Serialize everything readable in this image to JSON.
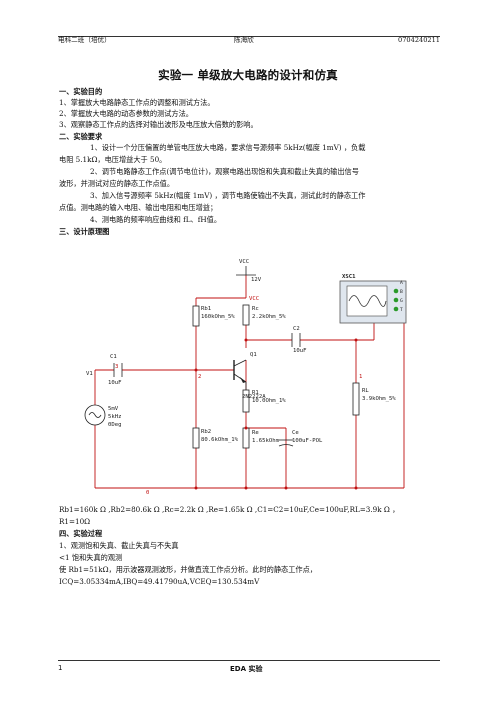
{
  "header": {
    "left": "电科二班（培优）",
    "center": "陈海欣",
    "right": "0704240211"
  },
  "title": "实验一  单级放大电路的设计和仿真",
  "section1": {
    "heading": "一、实验目的",
    "items": [
      "1、掌握放大电路静态工作点的调整和测试方法。",
      "2、掌握放大电路的动态参数的测试方法。",
      "3、观察静态工作点的选择对输出波形及电压放大倍数的影响。"
    ]
  },
  "section2": {
    "heading": "二、实验要求",
    "r1a": "1、设计一个分压偏置的单管电压放大电路，要求信号源频率 5kHz(幅度 1mV) ，负载",
    "r1b": "电阻 5.1kΩ，电压增益大于 50。",
    "r2a": "2、调节电路静态工作点(调节电位计)，观察电路出现饱和失真和截止失真的输出信号",
    "r2b": "波形，并测试对应的静态工作点值。",
    "r3a": "3、加入信号源频率 5kHz(幅度 1mV) ，调节电路使输出不失真，测试此时的静态工作",
    "r3b": "点值。测电路的输入电阻、输出电阻和电压增益；",
    "r4": "4、测电路的频率响应曲线和 fL、fH值。"
  },
  "section3": {
    "heading": "三、设计原理图"
  },
  "schematic": {
    "vcc_label": "VCC",
    "vcc_value": "12V",
    "vcc_node": "VCC",
    "xsc": "XSC1",
    "rb1_name": "Rb1",
    "rb1_value": "160kOhm_5%",
    "rc_name": "Rc",
    "rc_value": "2.2kOhm_5%",
    "c2_name": "C2",
    "c2_value": "10uF",
    "c1_name": "C1",
    "c1_value": "10uF",
    "node_3": "3",
    "node_2": "2",
    "node_1": "1",
    "node_0": "0",
    "v1_name": "V1",
    "v1_amp": "5mV",
    "v1_freq": "5kHz",
    "v1_phase": "0Deg",
    "q1_name": "Q1",
    "q1_model": "2N2222A",
    "r1_name": "R1",
    "r1_value": "10.0Ohm_1%",
    "rb2_name": "Rb2",
    "rb2_value": "80.6kOhm_1%",
    "re_name": "Re",
    "re_value": "1.65kOhm",
    "ce_name": "Ce",
    "ce_value": "100uF-POL",
    "rl_name": "RL",
    "rl_value": "3.9kOhm_5%",
    "scope_terminals": [
      "A",
      "B",
      "G",
      "T"
    ]
  },
  "params_line1": "Rb1=160k Ω ,Rb2=80.6k Ω ,Rc=2.2k Ω ,Re=1.65k Ω ,C1=C2=10uF,Ce=100uF,RL=3.9k Ω ，",
  "params_line2": "R1=10Ω",
  "section4": {
    "heading": "四、实验过程",
    "s1": "1、观测饱和失真、截止失真与不失真",
    "s2": "<1 饱和失真的观测",
    "s3a": "使 Rb1=51kΩ，用示波器观测波形，并做直流工作点分析。此时的静态工作点，",
    "s3b": "ICQ=3.05334mA,IBQ=49.41790uA,VCEQ=130.534mV"
  },
  "footer": {
    "page": "1",
    "name": "EDA 实验"
  }
}
